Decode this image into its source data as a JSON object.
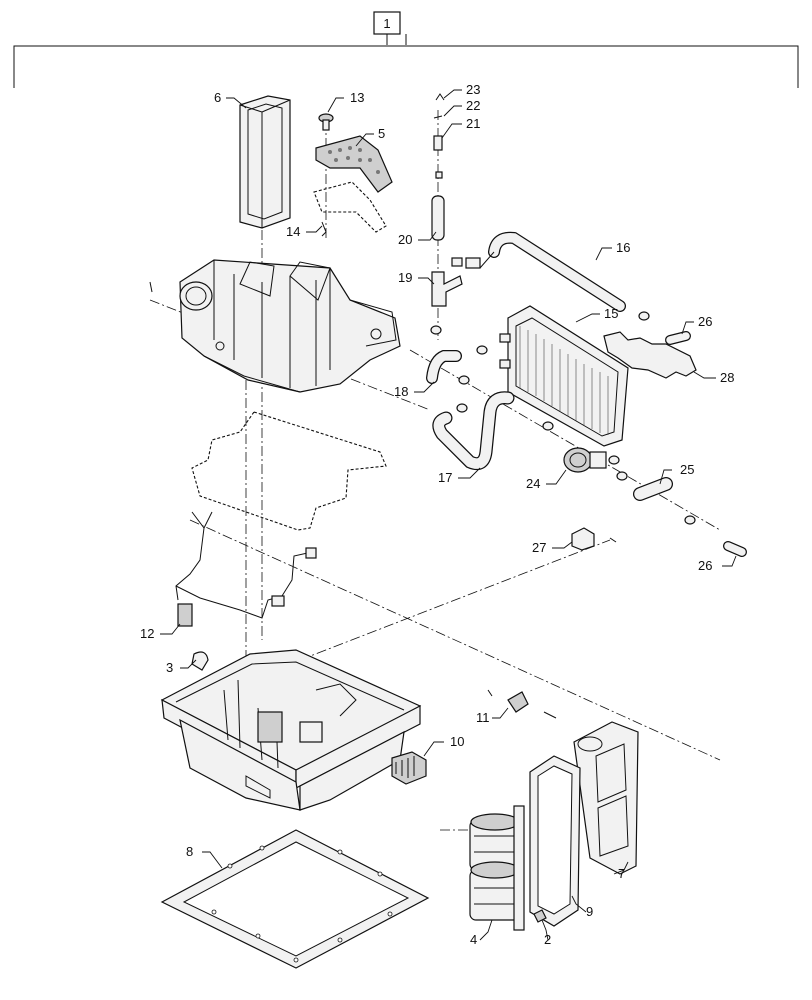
{
  "diagram": {
    "assembly_label": "1",
    "callouts": {
      "c2": "2",
      "c3": "3",
      "c4": "4",
      "c5": "5",
      "c6": "6",
      "c7": "7",
      "c8": "8",
      "c9": "9",
      "c10": "10",
      "c11": "11",
      "c12": "12",
      "c13": "13",
      "c14": "14",
      "c15": "15",
      "c16": "16",
      "c17": "17",
      "c18": "18",
      "c19": "19",
      "c20": "20",
      "c21": "21",
      "c22": "22",
      "c23": "23",
      "c24": "24",
      "c25": "25",
      "c26a": "26",
      "c26b": "26",
      "c27": "27",
      "c28": "28"
    }
  }
}
